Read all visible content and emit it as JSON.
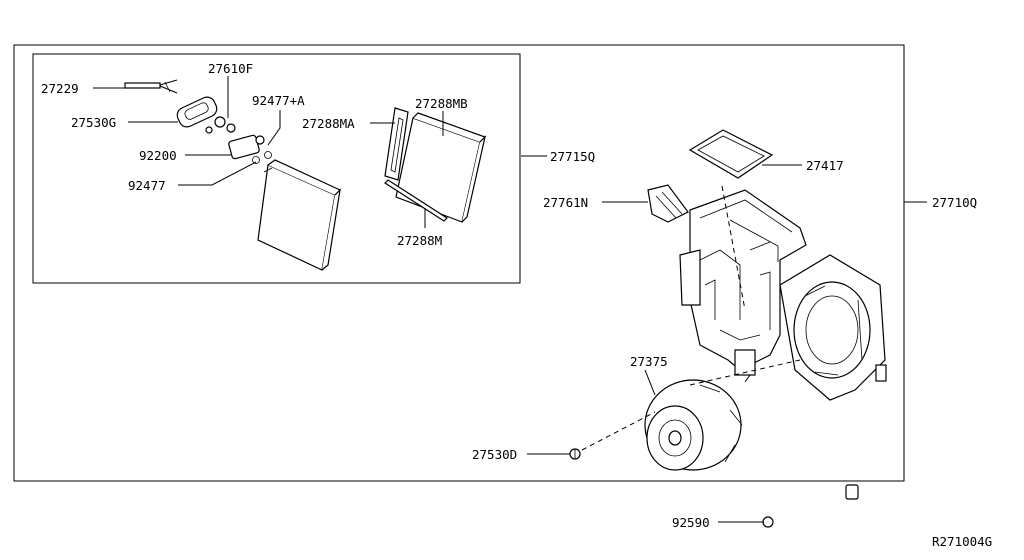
{
  "diagram_code": "R271004G",
  "callouts": {
    "p27229": "27229",
    "p27610F": "27610F",
    "p27530G": "27530G",
    "p92477A": "92477+A",
    "p92200": "92200",
    "p92477": "92477",
    "p27288MB": "27288MB",
    "p27288MA": "27288MA",
    "p27288M": "27288M",
    "p27715Q": "27715Q",
    "p27417": "27417",
    "p27761N": "27761N",
    "p27710Q": "27710Q",
    "p27375": "27375",
    "p27530D": "27530D",
    "p92590": "92590"
  }
}
